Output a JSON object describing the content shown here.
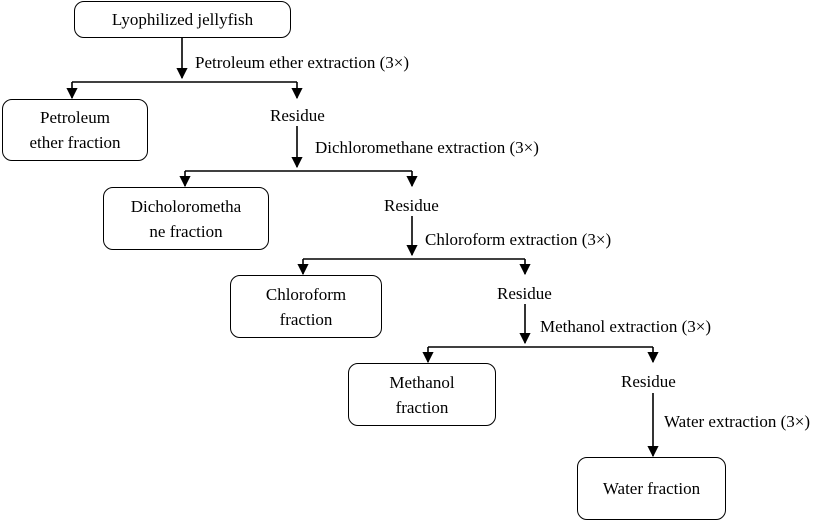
{
  "title_box": "Lyophilized jellyfish",
  "steps": [
    {
      "extraction": "Petroleum ether extraction (3×)",
      "fraction": [
        "Petroleum",
        "ether fraction"
      ],
      "residue": "Residue"
    },
    {
      "extraction": "Dichloromethane extraction (3×)",
      "fraction": [
        "Dicholorometha",
        "ne fraction"
      ],
      "residue": "Residue"
    },
    {
      "extraction": "Chloroform extraction (3×)",
      "fraction": [
        "Chloroform",
        "fraction"
      ],
      "residue": "Residue"
    },
    {
      "extraction": "Methanol extraction (3×)",
      "fraction": [
        "Methanol",
        "fraction"
      ],
      "residue": "Residue"
    },
    {
      "extraction": "Water extraction (3×)",
      "fraction": [
        "Water fraction"
      ]
    }
  ]
}
